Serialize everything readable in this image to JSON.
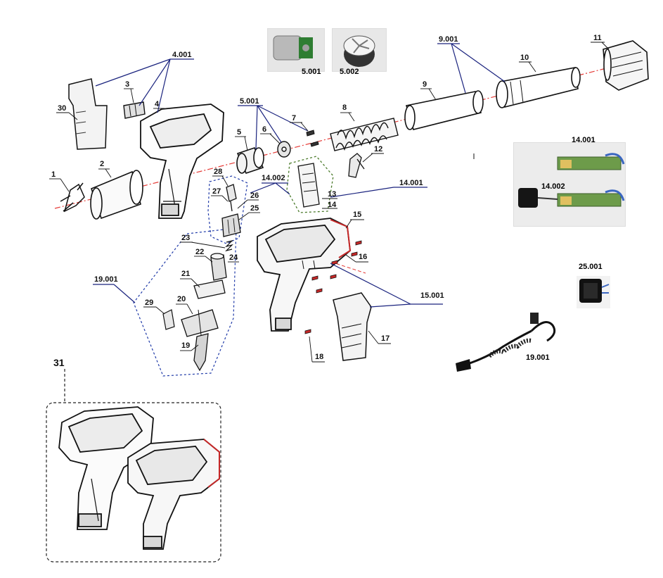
{
  "labels": {
    "l1": "1",
    "l2": "2",
    "l3": "3",
    "l4": "4",
    "l4001": "4.001",
    "l5": "5",
    "l5001": "5.001",
    "l6": "6",
    "l7": "7",
    "l8": "8",
    "l9": "9",
    "l9001": "9.001",
    "l10": "10",
    "l11": "11",
    "l12": "12",
    "l13": "13",
    "l14": "14",
    "l14001": "14.001",
    "l14002": "14.002",
    "l15": "15",
    "l15001": "15.001",
    "l16": "16",
    "l17": "17",
    "l18": "18",
    "l19": "19",
    "l19001": "19.001",
    "l20": "20",
    "l21": "21",
    "l22": "22",
    "l23": "23",
    "l24": "24",
    "l25": "25",
    "l26": "26",
    "l27": "27",
    "l28": "28",
    "l29": "29",
    "l30": "30",
    "l31": "31"
  },
  "photos": {
    "p5001": "5.001",
    "p5002": "5.002",
    "p14001": "14.001",
    "p14002": "14.002",
    "p25001": "25.001",
    "p19001": "19.001"
  },
  "colors": {
    "leader": "#1a237e",
    "axis": "#e53935",
    "outline": "#111111",
    "group_blue": "#1f3aa8",
    "group_green": "#4a7a2a"
  }
}
